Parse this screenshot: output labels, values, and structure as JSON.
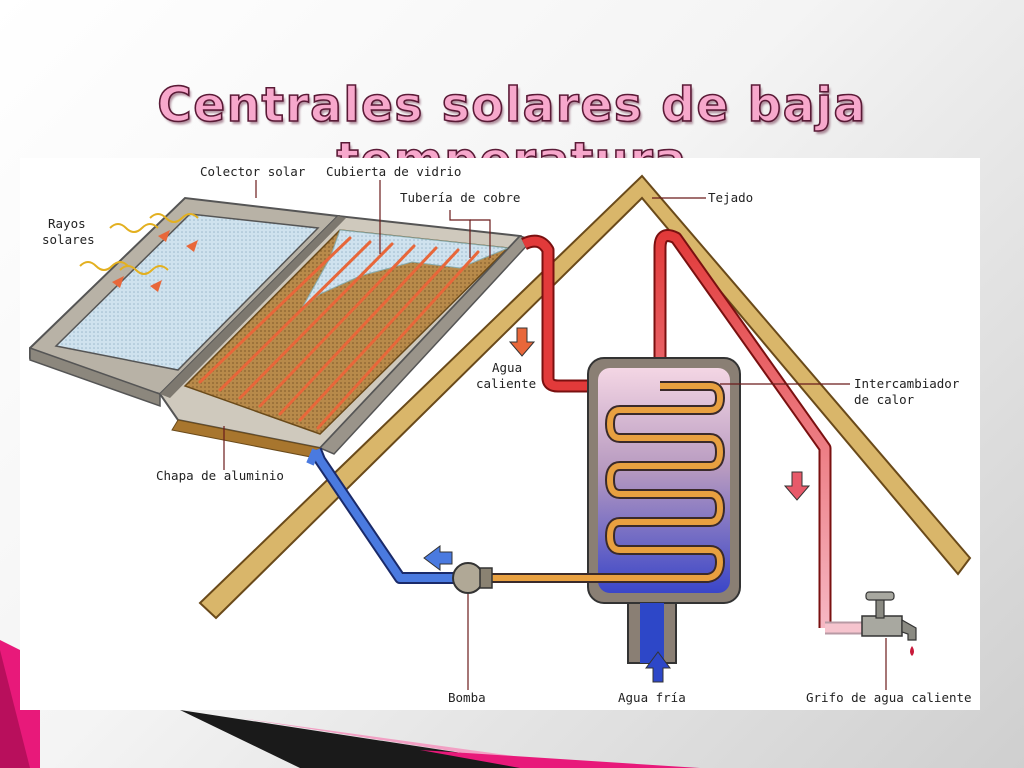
{
  "slide": {
    "title": "Centrales solares de baja temperatura"
  },
  "diagram": {
    "labels": {
      "collector": "Colector solar",
      "glass_cover": "Cubierta de vidrio",
      "copper_pipe": "Tubería de cobre",
      "roof": "Tejado",
      "sun_rays_line1": "Rayos",
      "sun_rays_line2": "solares",
      "hot_water_line1": "Agua",
      "hot_water_line2": "caliente",
      "heat_exchanger_line1": "Intercambiador",
      "heat_exchanger_line2": "de calor",
      "aluminum_plate": "Chapa de aluminio",
      "pump": "Bomba",
      "cold_water": "Agua fría",
      "hot_water_tap": "Grifo de agua caliente"
    },
    "colors": {
      "hot_pipe": "#e23a3a",
      "cold_pipe": "#3c64d8",
      "roof_wood": "#d9b66a",
      "accent_pink": "#e8197a",
      "title_fill": "#f7a8cc"
    },
    "icons": [
      "sun-ray-icon",
      "flow-arrow-icon",
      "tap-icon",
      "pump-icon"
    ]
  }
}
